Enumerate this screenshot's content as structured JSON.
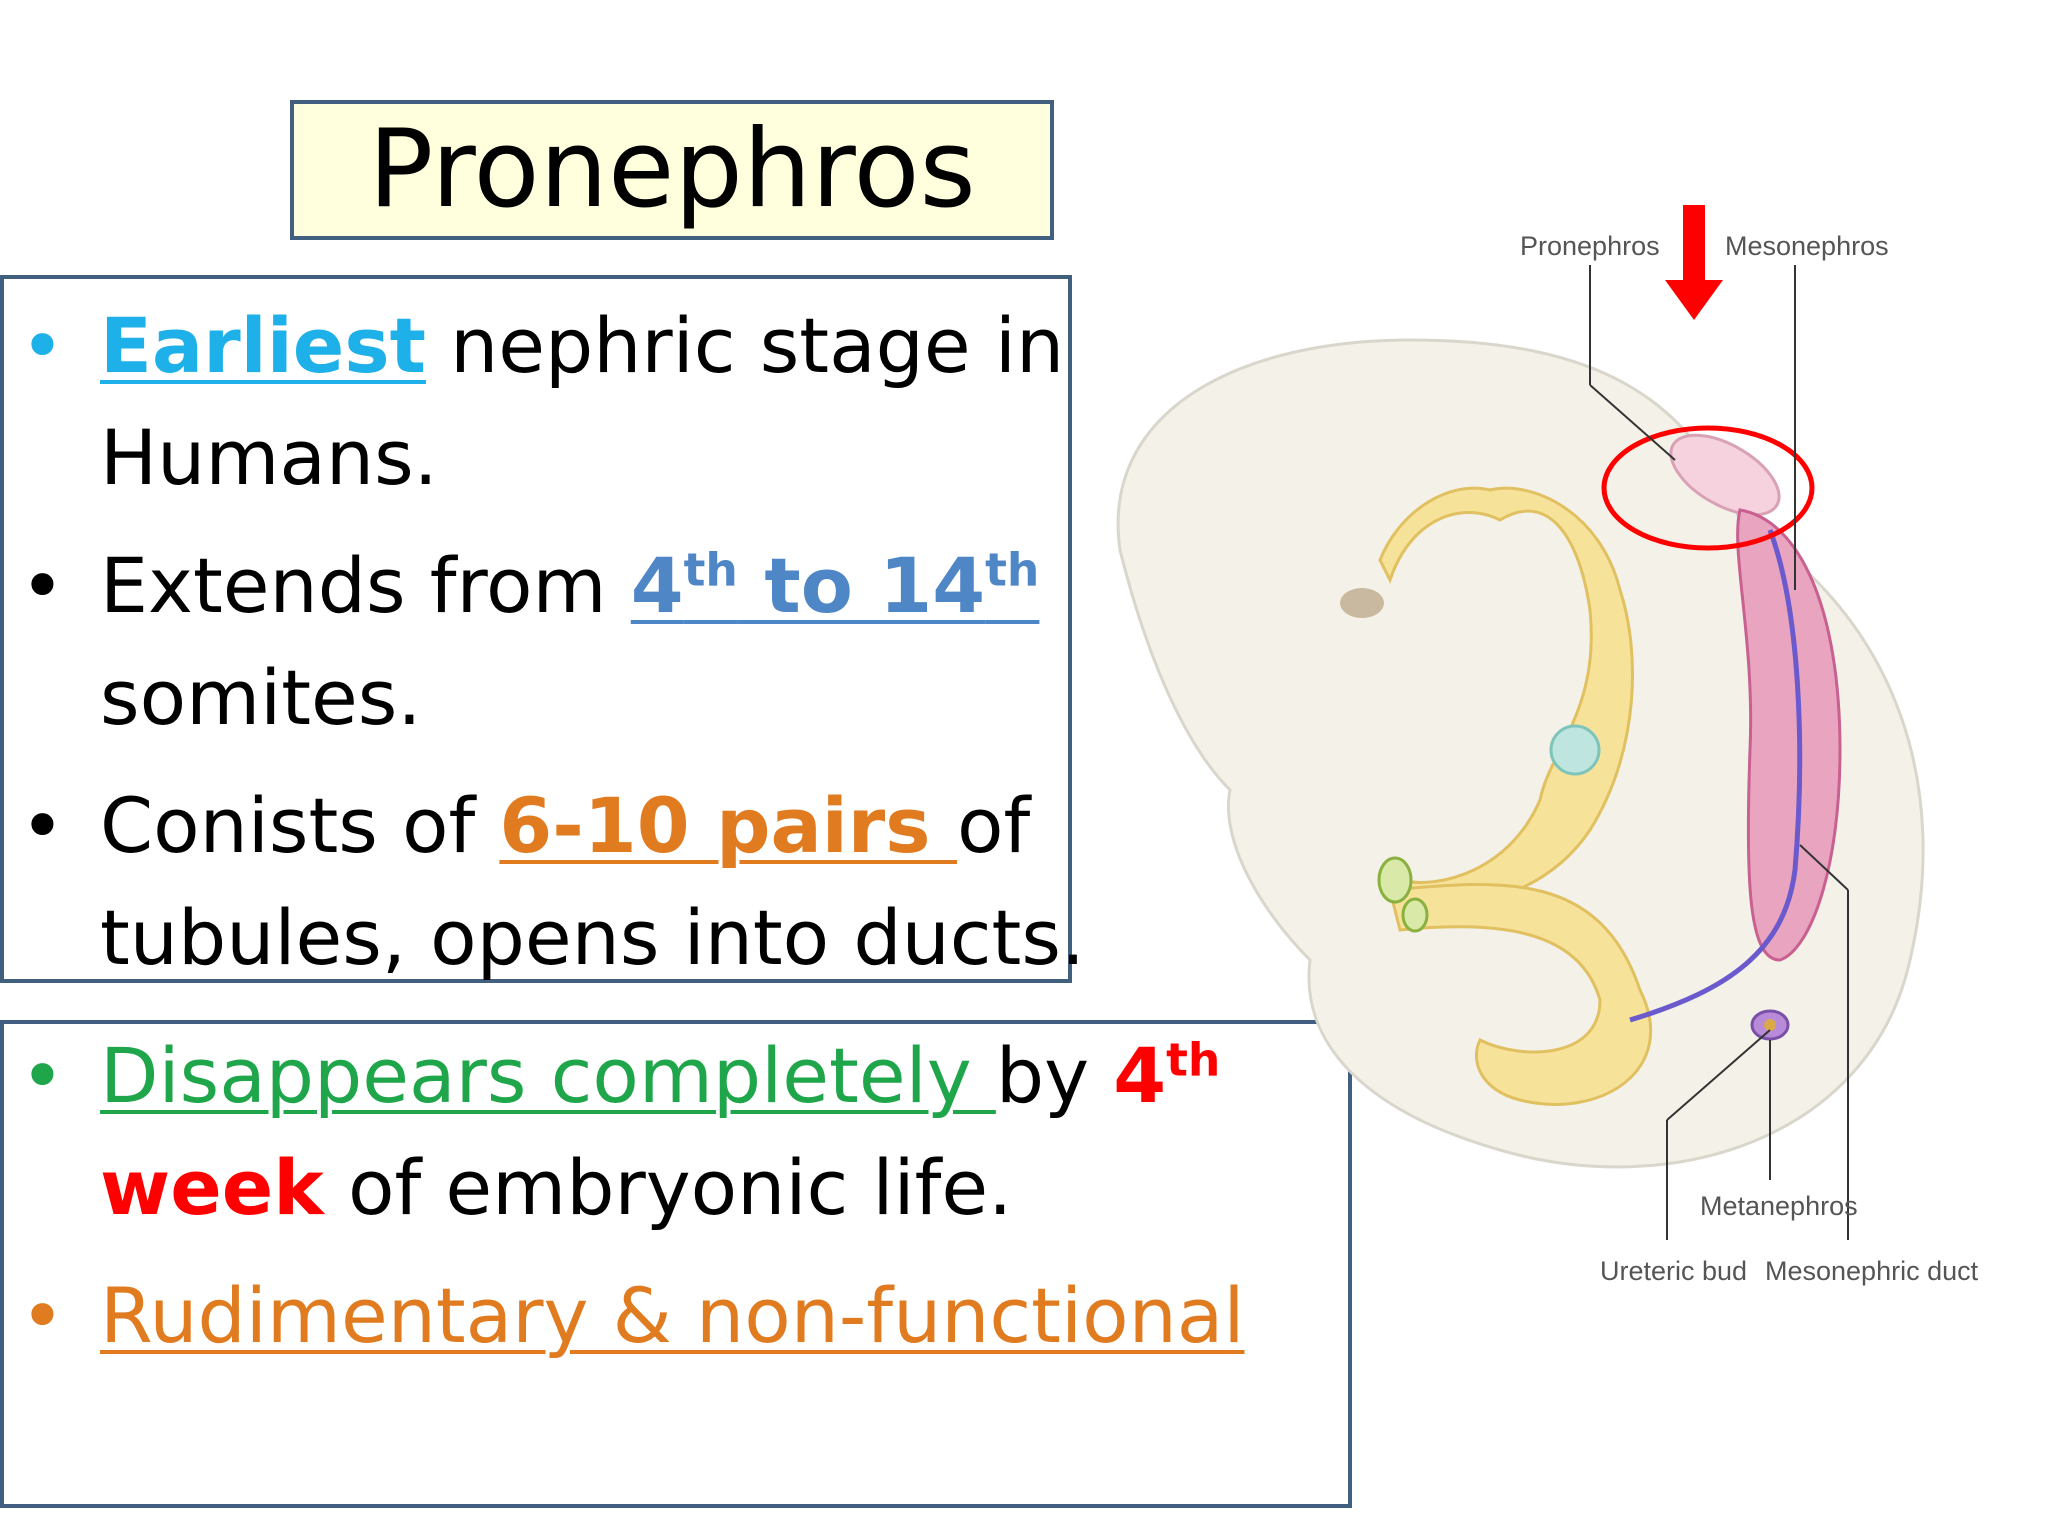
{
  "title": "Pronephros",
  "bullets": [
    {
      "highlight": "Earliest",
      "rest": " nephric stage in Humans."
    },
    {
      "pre": "Extends from ",
      "n1": "4",
      "sup1": "th",
      "mid": " to 14",
      "sup2": "th",
      "post": " somites."
    },
    {
      "pre": "Conists of ",
      "highlight": "6-10 pairs ",
      "post": "of tubules, opens into ducts."
    },
    {
      "highlight": "Disappears completely ",
      "mid": "by ",
      "num": "4",
      "sup": "th",
      "week": "week",
      "post": " of embryonic life."
    },
    {
      "text": "Rudimentary & non-functional"
    }
  ],
  "diagram_labels": {
    "pronephros": "Pronephros",
    "mesonephros": "Mesonephros",
    "metanephros": "Metanephros",
    "ureteric_bud": "Ureteric bud",
    "mesonephric_duct": "Mesonephric duct"
  }
}
